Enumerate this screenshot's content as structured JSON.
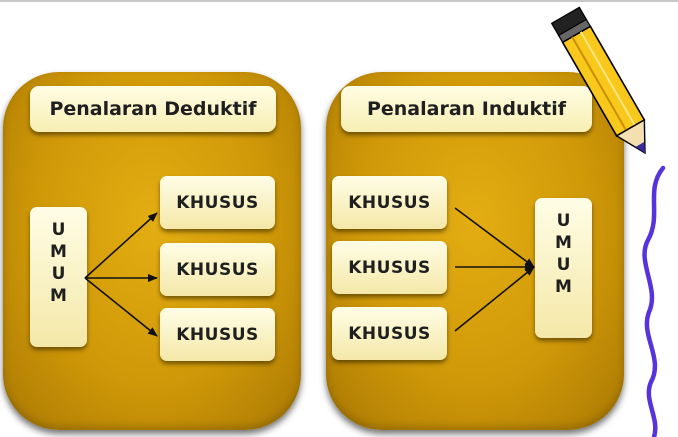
{
  "colors": {
    "panel": "#d49f0a",
    "box_fill": "#fdf6cf",
    "arrow": "#111111",
    "squiggle": "#5533dd",
    "pencil_body": "#f8c81c"
  },
  "deduktif": {
    "title": "Penalaran Deduktif",
    "source_letters": [
      "U",
      "M",
      "U",
      "M"
    ],
    "targets": [
      "KHUSUS",
      "KHUSUS",
      "KHUSUS"
    ]
  },
  "induktif": {
    "title": "Penalaran Induktif",
    "sources": [
      "KHUSUS",
      "KHUSUS",
      "KHUSUS"
    ],
    "target_letters": [
      "U",
      "M",
      "U",
      "M"
    ]
  },
  "decorations": [
    "pencil-icon",
    "squiggle-line"
  ]
}
